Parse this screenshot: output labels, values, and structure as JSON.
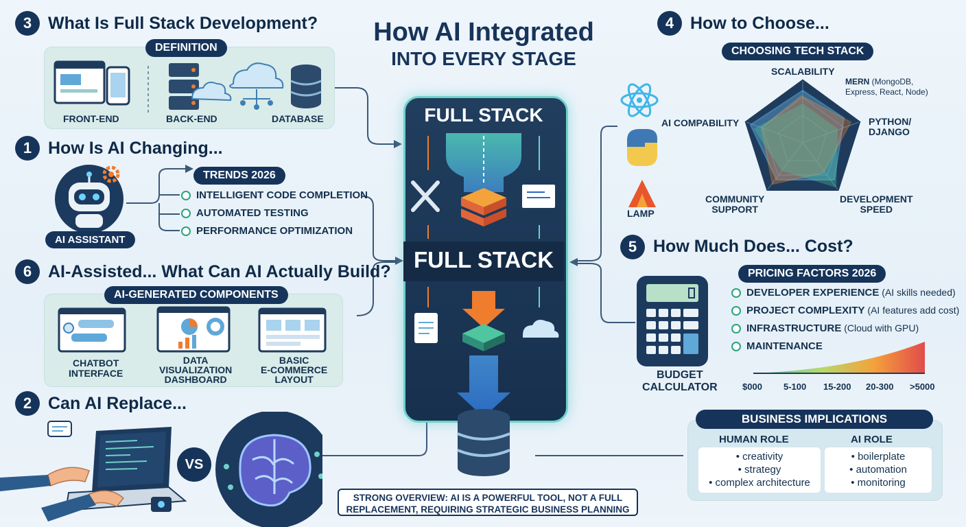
{
  "title": {
    "line1": "How AI Integrated",
    "line2": "INTO EVERY STAGE"
  },
  "center": {
    "label_top": "FULL STACK",
    "label_mid": "FULL STACK"
  },
  "s3": {
    "num": "3",
    "heading": "What Is Full Stack Development?",
    "pill": "DEFINITION",
    "items": [
      "FRONT-END",
      "BACK-END",
      "DATABASE"
    ]
  },
  "s1": {
    "num": "1",
    "heading": "How Is AI Changing...",
    "pill": "TRENDS 2026",
    "badge": "AI ASSISTANT",
    "items": [
      "INTELLIGENT CODE COMPLETION",
      "AUTOMATED TESTING",
      "PERFORMANCE OPTIMIZATION"
    ]
  },
  "s6": {
    "num": "6",
    "heading": "AI-Assisted... What Can AI Actually Build?",
    "pill": "AI-GENERATED COMPONENTS",
    "items": [
      {
        "l1": "CHATBOT",
        "l2": "INTERFACE",
        "l3": ""
      },
      {
        "l1": "DATA",
        "l2": "VISUALIZATION",
        "l3": "DASHBOARD"
      },
      {
        "l1": "BASIC",
        "l2": "E-COMMERCE",
        "l3": "LAYOUT"
      }
    ]
  },
  "s2": {
    "num": "2",
    "heading": "Can AI Replace...",
    "vs": "VS"
  },
  "s4": {
    "num": "4",
    "heading": "How to Choose...",
    "pill": "CHOOSING TECH STACK",
    "axes": {
      "top": "SCALABILITY",
      "left": "AI COMPABILITY",
      "bottom_left_1": "COMMUNITY",
      "bottom_left_2": "SUPPORT",
      "bottom_right_1": "DEVELOPMENT",
      "bottom_right_2": "SPEED"
    },
    "stacks": {
      "mern_1": "MERN",
      "mern_1b": " (MongoDB,",
      "mern_2": "Express, React, Node)",
      "python_1": "PYTHON/",
      "python_2": "DJANGO",
      "lamp": "LAMP"
    }
  },
  "s5": {
    "num": "5",
    "heading": "How Much Does... Cost?",
    "pill": "PRICING FACTORS 2026",
    "calc_1": "BUDGET",
    "calc_2": "CALCULATOR",
    "factors": [
      {
        "bold": "DEVELOPER EXPERIENCE",
        "sub": " (AI skills needed)"
      },
      {
        "bold": "PROJECT COMPLEXITY",
        "sub": " (AI features add cost)"
      },
      {
        "bold": "INFRASTRUCTURE",
        "sub": " (Cloud with GPU)"
      },
      {
        "bold": "MAINTENANCE",
        "sub": ""
      }
    ],
    "scale": [
      "$000",
      "5-100",
      "15-200",
      "20-300",
      ">5000"
    ]
  },
  "business": {
    "pill": "BUSINESS IMPLICATIONS",
    "human_head": "HUMAN ROLE",
    "ai_head": "AI ROLE",
    "human": [
      "• creativity",
      "• strategy",
      "• complex architecture"
    ],
    "ai": [
      "• boilerplate",
      "• automation",
      "• monitoring"
    ]
  },
  "overview": {
    "l1": "STRONG OVERVIEW: AI IS A POWERFUL TOOL, NOT A FULL",
    "l2": "REPLACEMENT, REQUIRING STRATEGIC BUSINESS PLANNING"
  },
  "colors": {
    "navy": "#16345a",
    "teal": "#6fd1c9",
    "green": "#2aa37d",
    "orange": "#f07c2e",
    "panel": "#d9ecea"
  }
}
